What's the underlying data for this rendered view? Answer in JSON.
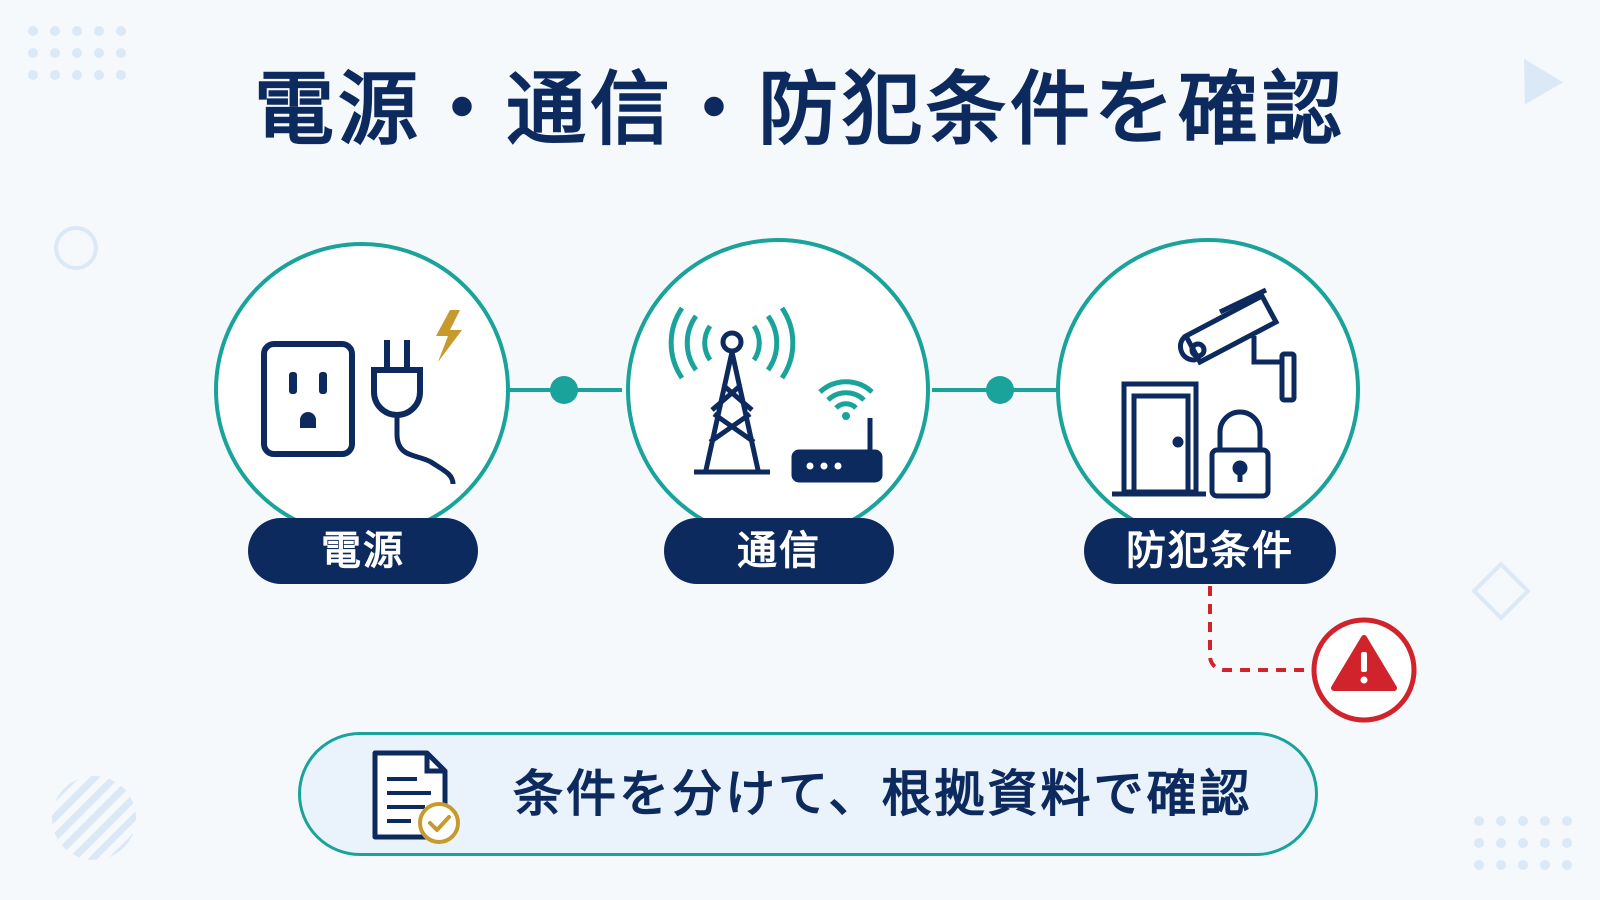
{
  "title": "電源・通信・防犯条件を確認",
  "steps": [
    {
      "label": "電源",
      "icon": "outlet-plug-icon"
    },
    {
      "label": "通信",
      "icon": "antenna-router-icon"
    },
    {
      "label": "防犯条件",
      "icon": "camera-door-lock-icon"
    }
  ],
  "warning": {
    "icon": "warning-icon"
  },
  "summary": {
    "text": "条件を分けて、根拠資料で確認",
    "icon": "document-check-icon"
  },
  "colors": {
    "navy": "#0d2a5e",
    "teal": "#1aa39a",
    "warning_red": "#d0232b",
    "accent_gold": "#c79a2e",
    "background": "#f6f9fc"
  }
}
